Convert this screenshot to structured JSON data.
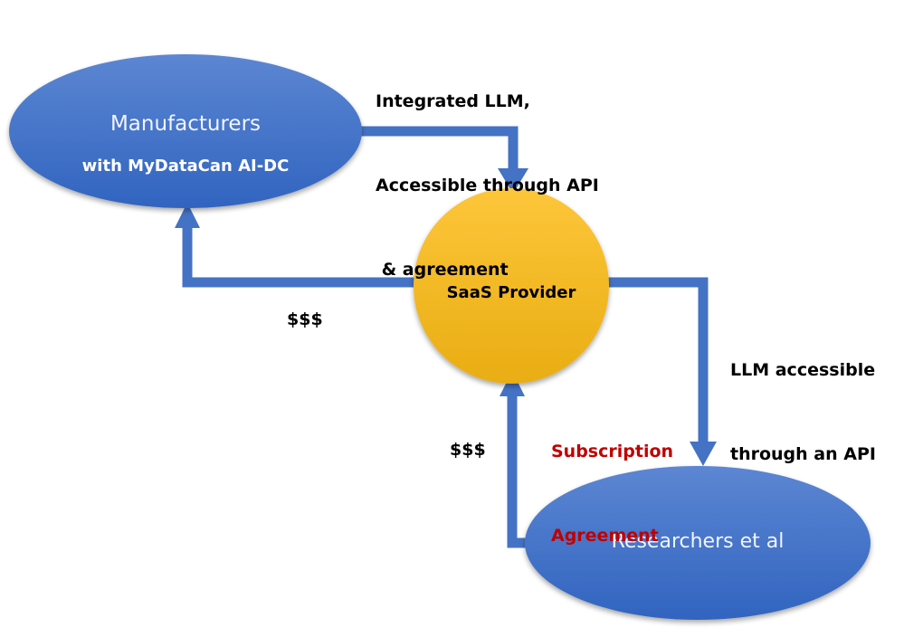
{
  "diagram": {
    "nodes": {
      "manufacturers": {
        "title": "Manufacturers",
        "subtitle": "with MyDataCan AI-DC"
      },
      "saas": {
        "title": "SaaS Provider"
      },
      "researchers": {
        "title": "Researchers et al"
      }
    },
    "edges": {
      "manufacturers_to_saas": {
        "line1": "Integrated LLM,",
        "line2": "Accessible through API",
        "line3": " & agreement"
      },
      "saas_to_manufacturers": {
        "label": "$$$"
      },
      "saas_to_researchers": {
        "line1": "LLM accessible",
        "line2": "through an API"
      },
      "researchers_to_saas": {
        "label": "$$$"
      },
      "subscription": {
        "line1": "Subscription",
        "line2": "Agreement"
      }
    },
    "colors": {
      "node_blue": "#3f6fc9",
      "node_blue_light": "#5c86d2",
      "node_gold": "#fcc12a",
      "node_gold_dark": "#e9ad13",
      "arrow": "#4472c4",
      "agreement_text": "#c00000"
    }
  }
}
